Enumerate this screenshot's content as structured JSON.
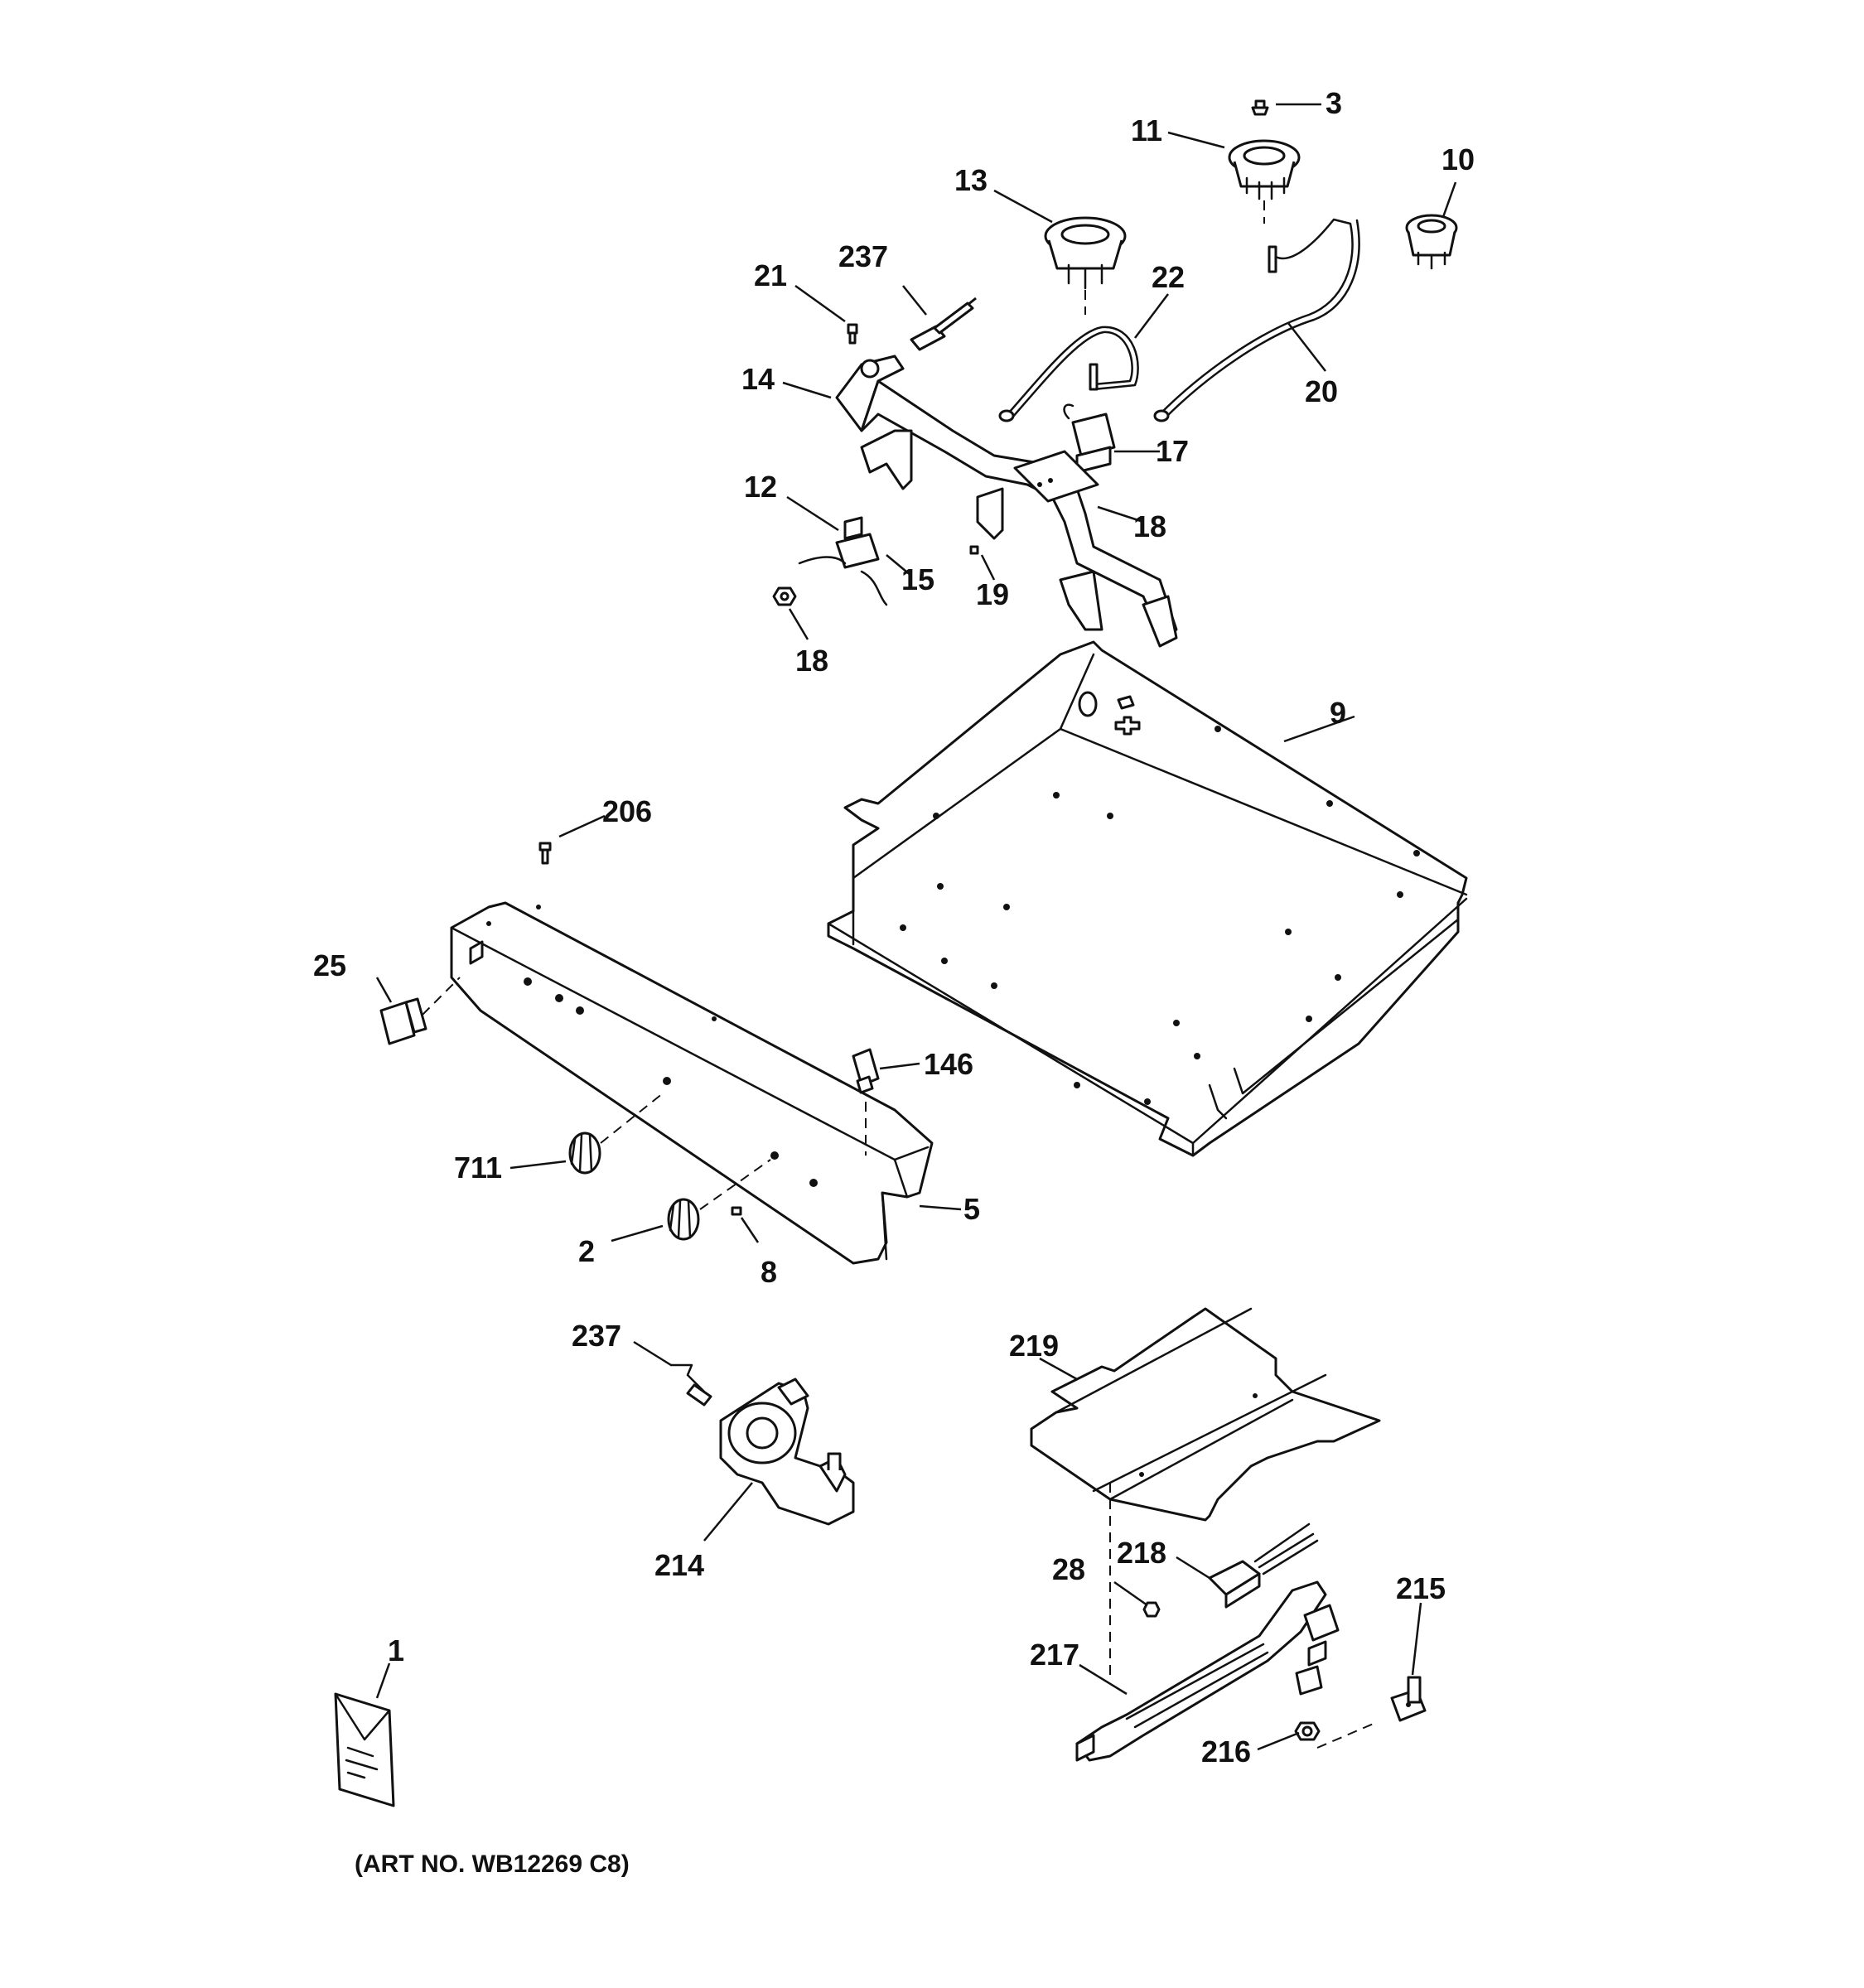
{
  "callouts": [
    {
      "id": "c3",
      "text": "3"
    },
    {
      "id": "c11",
      "text": "11"
    },
    {
      "id": "c10",
      "text": "10"
    },
    {
      "id": "c13",
      "text": "13"
    },
    {
      "id": "c237a",
      "text": "237"
    },
    {
      "id": "c21",
      "text": "21"
    },
    {
      "id": "c22",
      "text": "22"
    },
    {
      "id": "c14",
      "text": "14"
    },
    {
      "id": "c20",
      "text": "20"
    },
    {
      "id": "c17",
      "text": "17"
    },
    {
      "id": "c12",
      "text": "12"
    },
    {
      "id": "c18a",
      "text": "18"
    },
    {
      "id": "c15",
      "text": "15"
    },
    {
      "id": "c19",
      "text": "19"
    },
    {
      "id": "c18b",
      "text": "18"
    },
    {
      "id": "c9",
      "text": "9"
    },
    {
      "id": "c206",
      "text": "206"
    },
    {
      "id": "c25",
      "text": "25"
    },
    {
      "id": "c146",
      "text": "146"
    },
    {
      "id": "c711",
      "text": "711"
    },
    {
      "id": "c5",
      "text": "5"
    },
    {
      "id": "c2",
      "text": "2"
    },
    {
      "id": "c8",
      "text": "8"
    },
    {
      "id": "c237b",
      "text": "237"
    },
    {
      "id": "c219",
      "text": "219"
    },
    {
      "id": "c214",
      "text": "214"
    },
    {
      "id": "c218",
      "text": "218"
    },
    {
      "id": "c28",
      "text": "28"
    },
    {
      "id": "c215",
      "text": "215"
    },
    {
      "id": "c217",
      "text": "217"
    },
    {
      "id": "c216",
      "text": "216"
    },
    {
      "id": "c1",
      "text": "1"
    }
  ],
  "art_number": "(ART NO. WB12269 C8)"
}
